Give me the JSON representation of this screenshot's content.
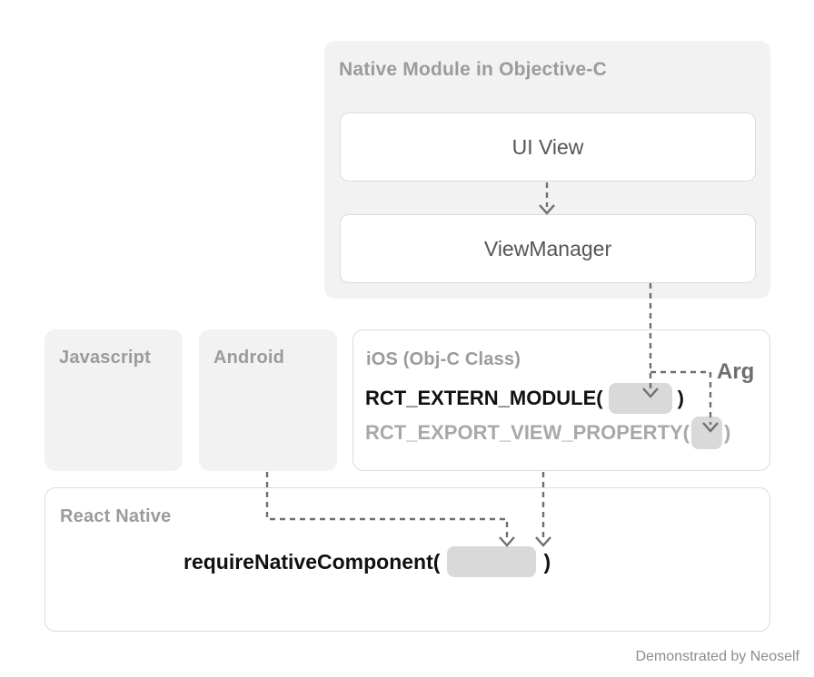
{
  "diagram": {
    "title_footer": "Demonstrated by Neoself",
    "native_module": {
      "title": "Native Module in Objective-C",
      "boxes": [
        {
          "label": "UI View"
        },
        {
          "label": "ViewManager"
        }
      ]
    },
    "platform_cards": [
      {
        "title": "Javascript"
      },
      {
        "title": "Android"
      }
    ],
    "ios": {
      "title": "iOS (Obj-C Class)",
      "arg_label": "Arg",
      "lines": [
        {
          "prefix": "RCT_EXTERN_MODULE(",
          "slot": "",
          "suffix": ")",
          "emphasis": "strong"
        },
        {
          "prefix": "RCT_EXPORT_VIEW_PROPERTY(",
          "slot": "",
          "suffix": ")",
          "emphasis": "muted"
        }
      ]
    },
    "react_native": {
      "title": "React Native",
      "line": {
        "prefix": "requireNativeComponent(",
        "slot": "",
        "suffix": ")"
      }
    },
    "colors": {
      "background": "#ffffff",
      "card_fill": "#f2f2f2",
      "card_border": "#dcdcdc",
      "title_grey": "#9b9b9b",
      "code_black": "#111111",
      "code_muted": "#a8a8a8",
      "slot_fill": "#d9d9d9",
      "connector": "#6e6e73",
      "footer_grey": "#8d8d8d"
    },
    "connectors": [
      {
        "name": "uiview-to-viewmanager",
        "from": "UI View",
        "to": "ViewManager"
      },
      {
        "name": "viewmanager-to-extern-module-slot",
        "from": "ViewManager",
        "to": "RCT_EXTERN_MODULE slot"
      },
      {
        "name": "viewmanager-to-export-property-slot",
        "from": "ViewManager",
        "to": "RCT_EXPORT_VIEW_PROPERTY slot"
      },
      {
        "name": "android-to-require-native-component",
        "from": "Android",
        "to": "requireNativeComponent slot"
      },
      {
        "name": "ios-to-require-native-component",
        "from": "iOS",
        "to": "requireNativeComponent slot"
      }
    ]
  }
}
